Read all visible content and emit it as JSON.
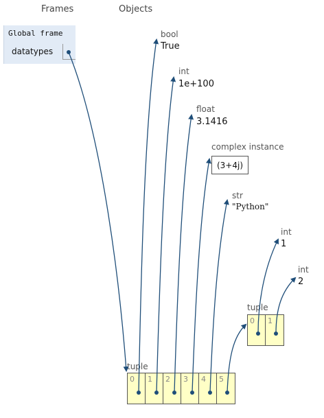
{
  "headers": {
    "frames": "Frames",
    "objects": "Objects"
  },
  "global_frame": {
    "title": "Global frame",
    "variable": "datatypes"
  },
  "objects": {
    "bool": {
      "type": "bool",
      "value": "True"
    },
    "int_big": {
      "type": "int",
      "value": "1e+100"
    },
    "float": {
      "type": "float",
      "value": "3.1416"
    },
    "complex": {
      "type": "complex instance",
      "value": "(3+4j)"
    },
    "str": {
      "type": "str",
      "value": "\"Python\""
    },
    "int_1": {
      "type": "int",
      "value": "1"
    },
    "int_2": {
      "type": "int",
      "value": "2"
    },
    "inner_tuple": {
      "type": "tuple",
      "indices": [
        "0",
        "1"
      ]
    },
    "outer_tuple": {
      "type": "tuple",
      "indices": [
        "0",
        "1",
        "2",
        "3",
        "4",
        "5"
      ]
    }
  },
  "colors": {
    "arrow": "#1f4e79",
    "tuple_fill": "#ffffc6",
    "frame_fill": "#e2ebf6"
  }
}
